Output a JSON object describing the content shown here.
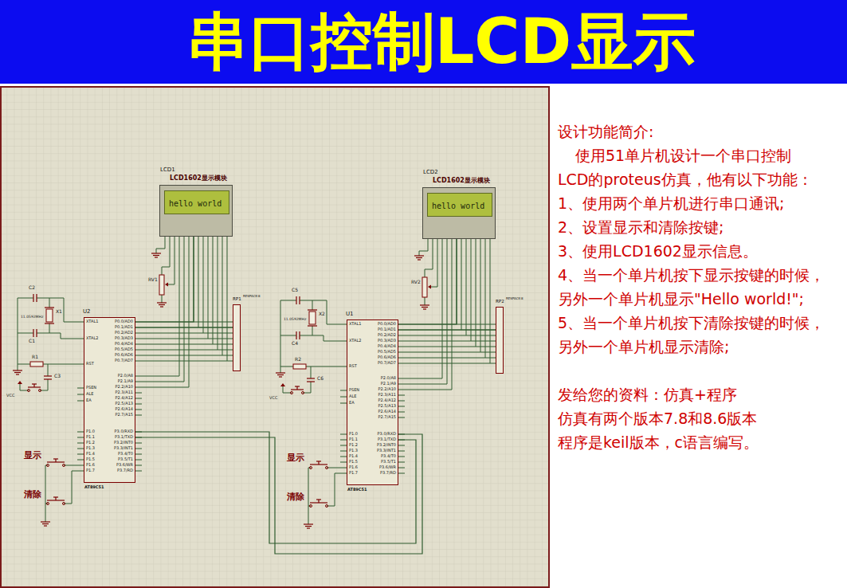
{
  "diagram": {
    "title": "串口控制LCD显示",
    "nodes": [
      {
        "text": [
          "LCD1",
          "LCD1602显示模块"
        ]
      },
      {
        "text": [
          "hello world"
        ],
        "in": 0
      },
      {
        "text": [
          "LCD2",
          "LCD1602显示模块"
        ]
      },
      {
        "text": [
          "hello world"
        ],
        "in": 2
      },
      {
        "text": [
          "RP1",
          "RESPACK-8"
        ]
      },
      {
        "text": [
          "RP2",
          "RESPACK-8"
        ]
      },
      {
        "text": [
          "U2",
          "AT89C51"
        ]
      },
      {
        "text": [
          "U1",
          "AT89C51"
        ]
      }
    ],
    "edges": [
      {
        "from": 6,
        "to": 0,
        "arrow": "none"
      },
      {
        "from": 6,
        "to": 4,
        "arrow": "none"
      },
      {
        "from": 7,
        "to": 2,
        "arrow": "none"
      },
      {
        "from": 7,
        "to": 5,
        "arrow": "none"
      },
      {
        "from": 6,
        "to": 7,
        "arrow": "none"
      },
      {
        "from": 7,
        "to": 6,
        "arrow": "none"
      }
    ],
    "labels": [
      "设计功能简介:",
      "使用51单片机设计一个串口控制",
      "LCD的proteus仿真，他有以下功能：",
      "1、使用两个单片机进行串口通讯;",
      "2、设置显示和清除按键;",
      "3、使用LCD1602显示信息。",
      "4、当一个单片机按下显示按键的时候，",
      "另外一个单片机显示\"Hello world!\";",
      "5、当一个单片机按下清除按键的时候，",
      "另外一个单片机显示清除;",
      "发给您的资料：仿真+程序",
      "仿真有两个版本7.8和8.6版本",
      "程序是keil版本，c语言编写。",
      "C2",
      "X1",
      "11.0592MHz",
      "C1",
      "R1",
      "C3",
      "显示",
      "清除",
      "RV1",
      "VCC",
      "C5",
      "X2",
      "11.0592MHz",
      "C4",
      "R2",
      "C6",
      "显示",
      "清除",
      "RV2",
      "VCC",
      "XTAL1",
      "XTAL2",
      "RST",
      "PSEN",
      "ALE",
      "EA",
      "P1.0",
      "P1.1",
      "P1.2",
      "P1.3",
      "P1.4",
      "P1.5",
      "P1.6",
      "P1.7",
      "P0.0/AD0",
      "P0.1/AD1",
      "P0.2/AD2",
      "P0.3/AD3",
      "P0.4/AD4",
      "P0.5/AD5",
      "P0.6/AD6",
      "P0.7/AD7",
      "P2.0/A8",
      "P2.1/A9",
      "P2.2/A10",
      "P2.3/A11",
      "P2.4/A12",
      "P2.5/A13",
      "P2.6/A14",
      "P2.7/A15",
      "P3.0/RXD",
      "P3.1/TXD",
      "P3.2/INT0",
      "P3.3/INT1",
      "P3.4/T0",
      "P3.5/T1",
      "P3.6/WR",
      "P3.7/RD",
      "XTAL1",
      "XTAL2",
      "RST",
      "PSEN",
      "ALE",
      "EA",
      "P1.0",
      "P1.1",
      "P1.2",
      "P1.3",
      "P1.4",
      "P1.5",
      "P1.6",
      "P1.7",
      "P0.0/AD0",
      "P0.1/AD1",
      "P0.2/AD2",
      "P0.3/AD3",
      "P0.4/AD4",
      "P0.5/AD5",
      "P0.6/AD6",
      "P0.7/AD7",
      "P2.0/A8",
      "P2.1/A9",
      "P2.2/A10",
      "P2.3/A11",
      "P2.4/A12",
      "P2.5/A13",
      "P2.6/A14",
      "P2.7/A15",
      "P3.0/RXD",
      "P3.1/TXD",
      "P3.2/INT0",
      "P3.3/INT1",
      "P3.4/T0",
      "P3.5/T1",
      "P3.6/WR",
      "P3.7/RD"
    ]
  }
}
